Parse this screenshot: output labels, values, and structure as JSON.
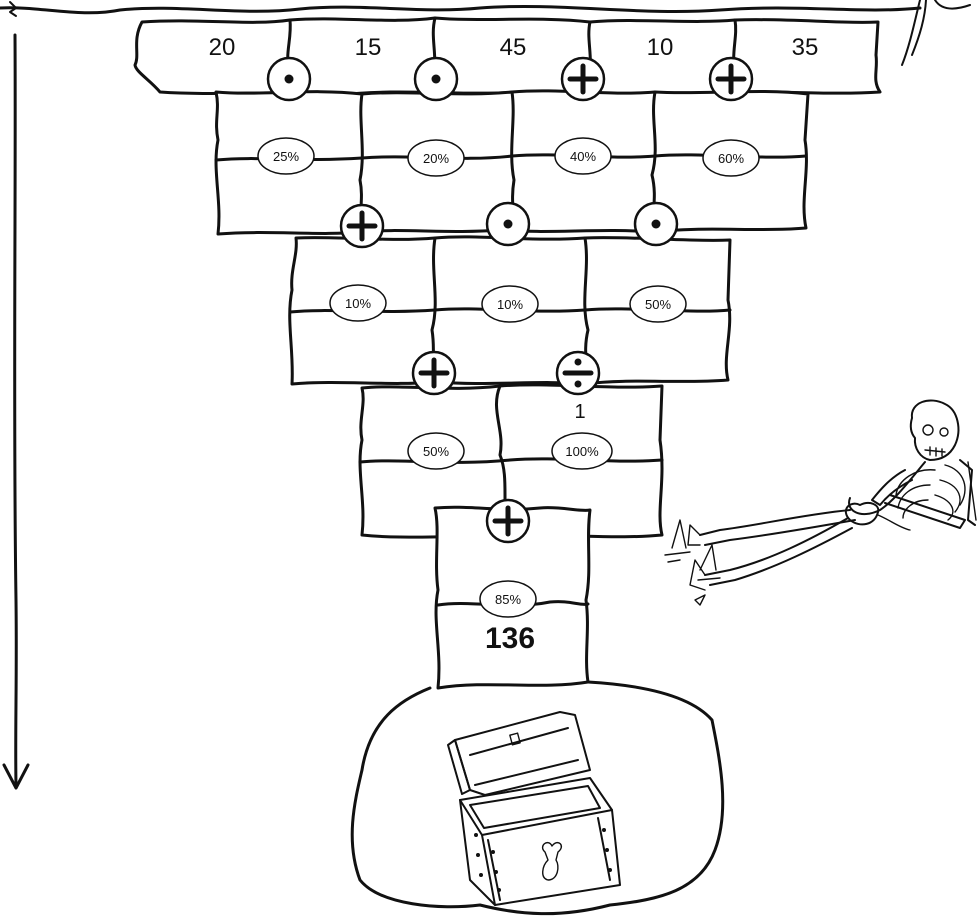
{
  "puzzle": {
    "top_numbers": [
      "20",
      "15",
      "45",
      "10",
      "35"
    ],
    "row1_ops": [
      "dot",
      "dot",
      "plus",
      "plus"
    ],
    "row1_pcts": [
      "25%",
      "20%",
      "40%",
      "60%"
    ],
    "row2_ops": [
      "plus",
      "dot",
      "dot"
    ],
    "row2_pcts": [
      "10%",
      "10%",
      "50%"
    ],
    "row3_ops": [
      "plus",
      "divide"
    ],
    "divide_hint": "1",
    "row3_pcts": [
      "50%",
      "100%"
    ],
    "row4_op": "plus",
    "final_pct": "85%",
    "result": "136"
  },
  "illustrations": [
    "treasure-chest-icon",
    "skeleton-icon",
    "down-arrow-icon"
  ],
  "colors": {
    "ink": "#111111",
    "paper": "#ffffff"
  }
}
